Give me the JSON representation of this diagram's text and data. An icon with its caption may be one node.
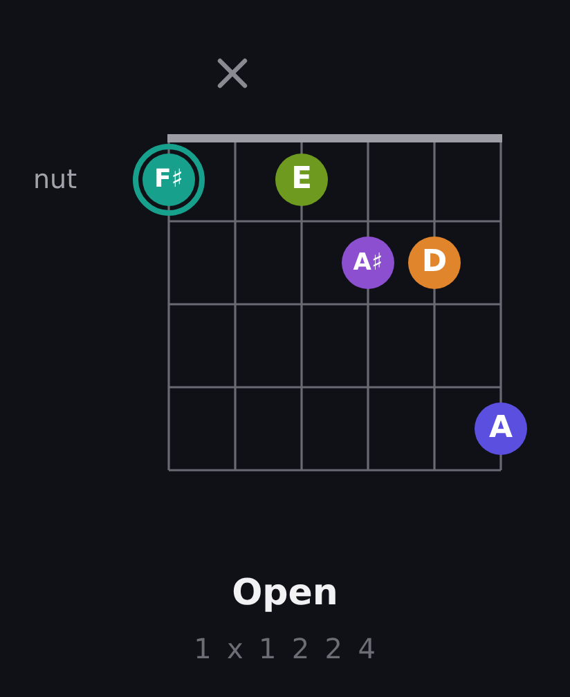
{
  "diagram": {
    "title": "Open",
    "nodes": [
      {
        "text": [
          "F♯"
        ]
      },
      {
        "text": [
          "E"
        ]
      },
      {
        "text": [
          "A♯"
        ]
      },
      {
        "text": [
          "D"
        ]
      },
      {
        "text": [
          "A"
        ]
      }
    ],
    "labels": [
      "nut",
      "1 x 1 2 2 4"
    ]
  }
}
